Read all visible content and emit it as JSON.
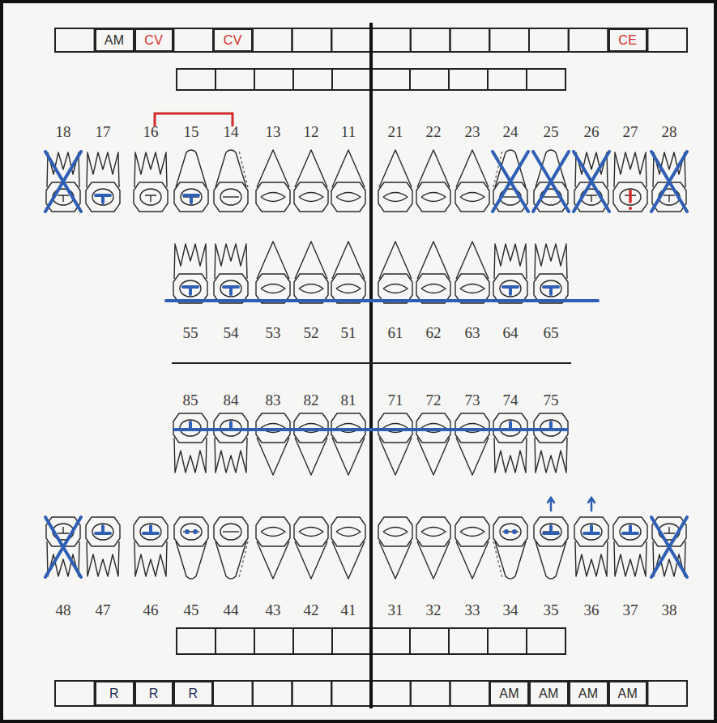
{
  "diagram": {
    "nodes": [
      {
        "text": [
          "AM"
        ]
      },
      {
        "text": [
          "CV"
        ]
      },
      {
        "text": [
          "CV"
        ]
      },
      {
        "text": [
          "CE"
        ]
      },
      {
        "text": [
          "R"
        ]
      },
      {
        "text": [
          "R"
        ]
      },
      {
        "text": [
          "R"
        ]
      },
      {
        "text": [
          "AM"
        ]
      },
      {
        "text": [
          "AM"
        ]
      },
      {
        "text": [
          "AM"
        ]
      },
      {
        "text": [
          "AM"
        ]
      }
    ],
    "labels": [
      "18",
      "17",
      "16",
      "15",
      "14",
      "13",
      "12",
      "11",
      "21",
      "22",
      "23",
      "24",
      "25",
      "26",
      "27",
      "28",
      "55",
      "54",
      "53",
      "52",
      "51",
      "61",
      "62",
      "63",
      "64",
      "65",
      "85",
      "84",
      "83",
      "82",
      "81",
      "71",
      "72",
      "73",
      "74",
      "75",
      "48",
      "47",
      "46",
      "45",
      "44",
      "43",
      "42",
      "41",
      "31",
      "32",
      "33",
      "34",
      "35",
      "36",
      "37",
      "38"
    ]
  }
}
